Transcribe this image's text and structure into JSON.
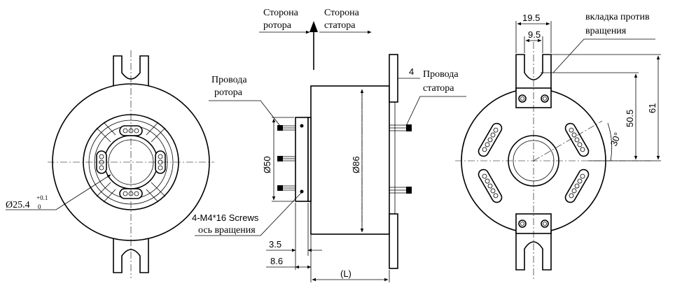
{
  "labels": {
    "rotor_side": [
      "Сторона",
      "ротора"
    ],
    "stator_side": [
      "Сторона",
      "статора"
    ],
    "rotor_wires": [
      "Провода",
      "ротора"
    ],
    "stator_wires": [
      "Провода",
      "статора"
    ],
    "screws": "4-M4*16 Screws",
    "rotation_axis": "ось вращения",
    "anti_rotation_tab": [
      "вкладка против",
      "вращения"
    ]
  },
  "dimensions": {
    "bore_main": "Ø25.4",
    "bore_tol_upper": "+0.1",
    "bore_tol_lower": "0",
    "flange_dia": "Ø50",
    "body_dia": "Ø86",
    "flange_thick": "4",
    "d_3_5": "3.5",
    "d_8_6": "8.6",
    "length": "(L)",
    "tab_width": "19.5",
    "tab_slot": "9.5",
    "h_50_5": "50.5",
    "h_61": "61",
    "angle": "30°"
  }
}
